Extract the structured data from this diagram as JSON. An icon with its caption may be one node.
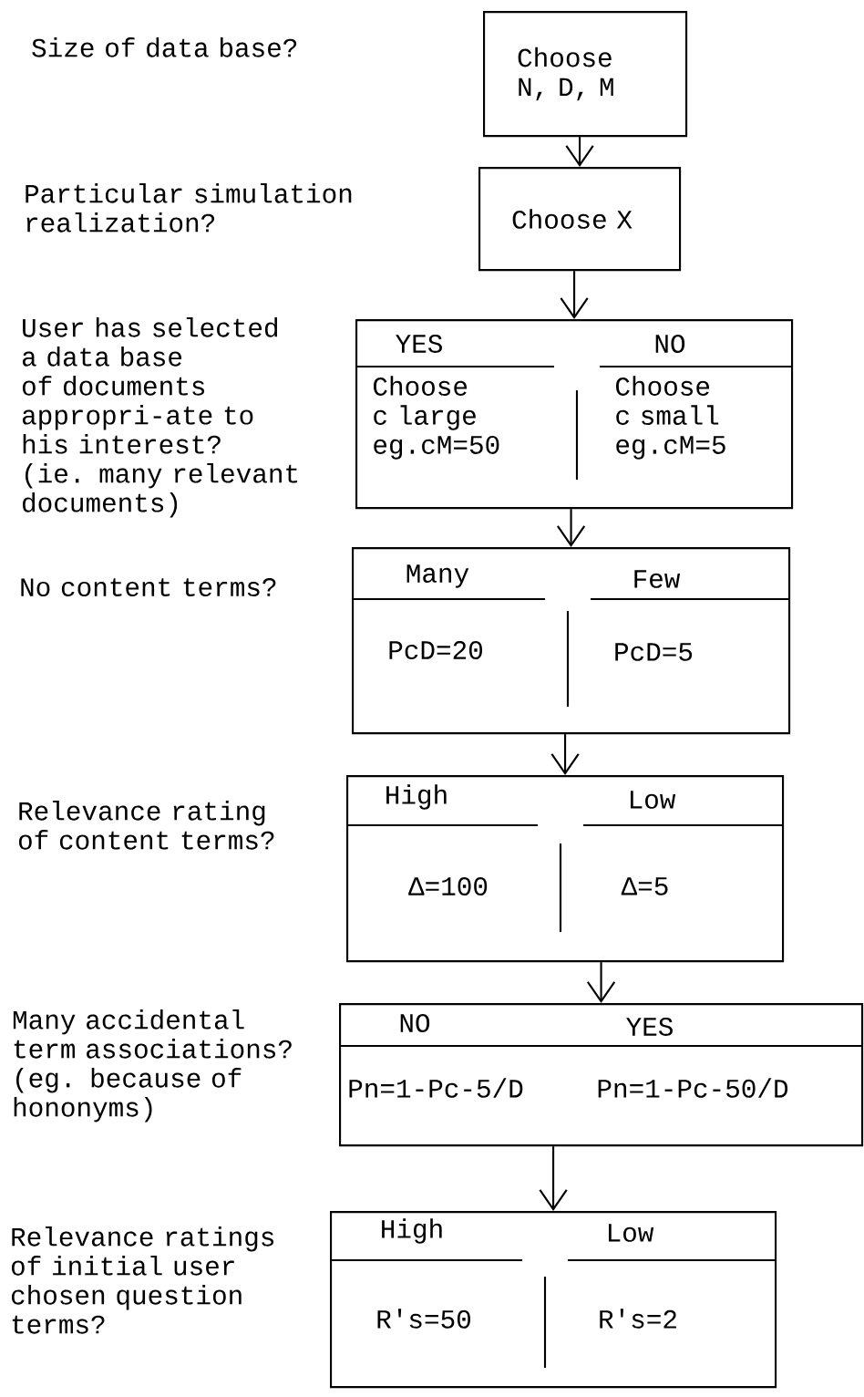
{
  "diagram": {
    "nodes": [
      {
        "text": [
          "Choose N, D, M"
        ]
      },
      {
        "text": [
          "Choose X"
        ]
      },
      {
        "text": [
          "YES",
          "NO",
          "Choose c large eg.cM=50",
          "Choose c small eg.cM=5"
        ]
      },
      {
        "text": [
          "Many",
          "Few",
          "PcD=20",
          "PcD=5"
        ]
      },
      {
        "text": [
          "High",
          "Low",
          "Δ=100",
          "Δ=5"
        ]
      },
      {
        "text": [
          "NO",
          "YES",
          "Pn=1-Pc-5/D",
          "Pn=1-Pc-50/D"
        ]
      },
      {
        "text": [
          "High",
          "Low",
          "R's=50",
          "R's=2"
        ]
      }
    ],
    "edges": [
      {
        "from": 0,
        "to": 1,
        "arrow": "to"
      },
      {
        "from": 1,
        "to": 2,
        "arrow": "to"
      },
      {
        "from": 2,
        "to": 3,
        "arrow": "to"
      },
      {
        "from": 3,
        "to": 4,
        "arrow": "to"
      },
      {
        "from": 4,
        "to": 5,
        "arrow": "to"
      },
      {
        "from": 5,
        "to": 6,
        "arrow": "to"
      }
    ],
    "labels": [
      "Size of data base?",
      "Particular simulation realization?",
      "User has selected a data base of documents appropri-ate to his interest? (ie. many relevant documents)",
      "No content terms?",
      "Relevance rating of content terms?",
      "Many accidental term associations? (eg. because of hononyms)",
      "Relevance ratings of initial user chosen question terms?"
    ]
  }
}
